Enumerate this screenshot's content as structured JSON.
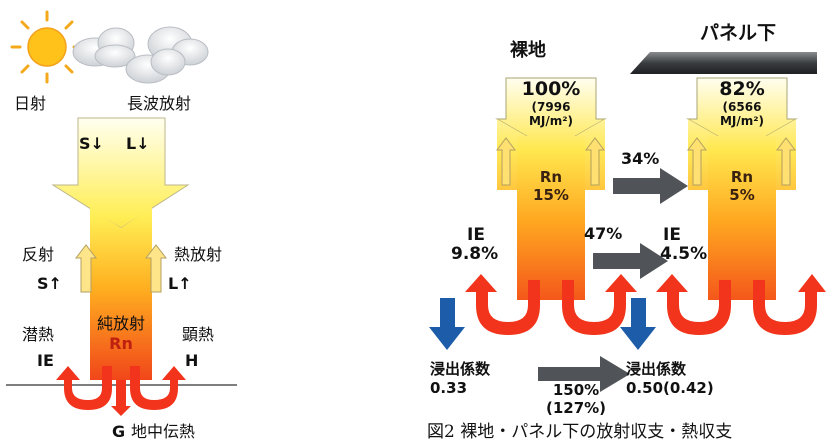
{
  "left_panel": {
    "label_sun": "日射",
    "label_longwave": "長波放射",
    "label_s_down": "S↓",
    "label_l_down": "L↓",
    "label_reflect": "反射",
    "label_s_up": "S↑",
    "label_thermal": "熱放射",
    "label_l_up": "L↑",
    "label_net": "純放射",
    "label_rn": "Rn",
    "label_latent": "潜熱",
    "label_ie": "IE",
    "label_sensible": "顕熱",
    "label_h": "H",
    "label_g": "G",
    "label_ground": "地中伝熱"
  },
  "right_panel": {
    "bare": {
      "title": "裸地",
      "input_pct": "100%",
      "input_line1": "(7996",
      "input_line2": "MJ/m²)",
      "rn_label": "Rn",
      "rn_pct": "15%",
      "ie_label": "IE",
      "ie_pct": "9.8%",
      "leach_label": "浸出係数",
      "leach_value": "0.33"
    },
    "panel": {
      "title": "パネル下",
      "input_pct": "82%",
      "input_line1": "(6566",
      "input_line2": "MJ/m²)",
      "rn_label": "Rn",
      "rn_pct": "5%",
      "ie_label": "IE",
      "ie_pct": "4.5%",
      "leach_label": "浸出係数",
      "leach_value": "0.50(0.42)"
    },
    "ratio_rn": "34%",
    "ratio_ie": "47%",
    "ratio_leach_1": "150%",
    "ratio_leach_2": "(127%)"
  },
  "caption": "図2 裸地・パネル下の放射収支・熱収支",
  "colors": {
    "gradient_top": "#fffbb8",
    "gradient_mid": "#ffd21e",
    "gradient_bottom": "#f2381a",
    "arrow_gray": "#505458",
    "arrow_blue": "#1d5ca8"
  }
}
